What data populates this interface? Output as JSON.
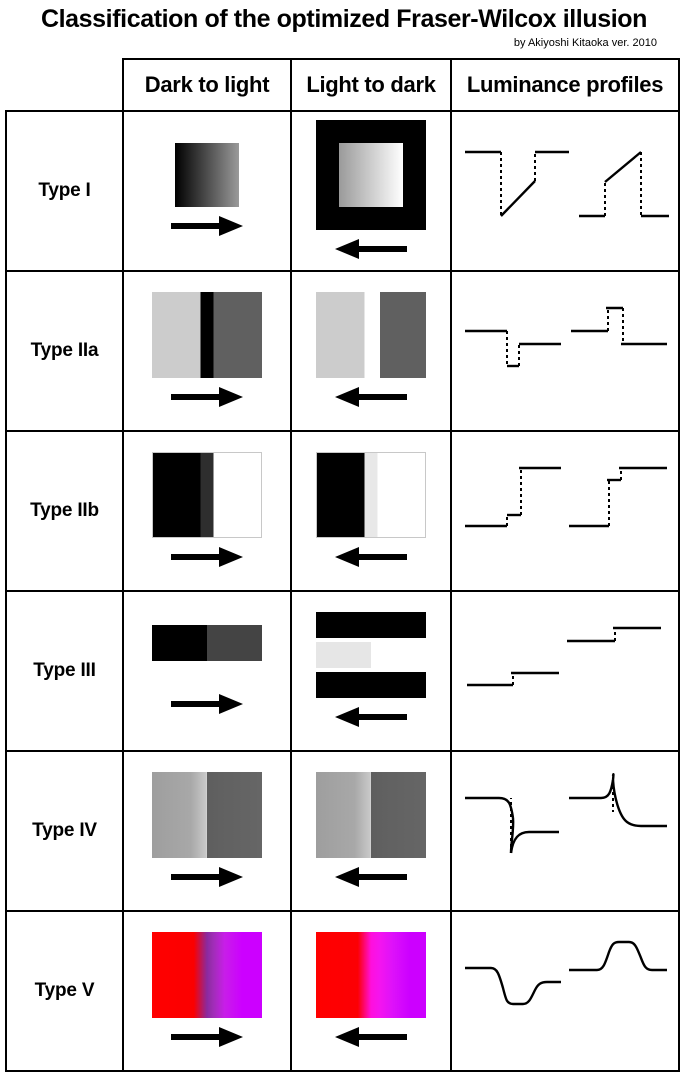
{
  "header": {
    "title": "Classification of the optimized Fraser-Wilcox illusion",
    "byline": "by Akiyoshi Kitaoka  ver. 2010"
  },
  "table": {
    "columns": [
      {
        "key": "label",
        "label": ""
      },
      {
        "key": "dark_to_light",
        "label": "Dark to light"
      },
      {
        "key": "light_to_dark",
        "label": "Light to dark"
      },
      {
        "key": "profiles",
        "label": "Luminance profiles"
      }
    ],
    "rows": [
      {
        "label": "Type I",
        "dark_to_light": {
          "figure": "square-gradient-black-to-gray",
          "arrow": "arrow-right",
          "colors": {
            "from": "#000000",
            "to": "#9a9a9a"
          }
        },
        "light_to_dark": {
          "figure": "black-frame-with-gray-to-white-square",
          "arrow": "arrow-left",
          "colors": {
            "frame": "#000000",
            "from": "#9a9a9a",
            "to": "#ffffff"
          }
        },
        "profiles": {
          "left": "high-plateau, vertical drop, linear ramp up, vertical rise to high plateau",
          "right": "low plateau, vertical rise, linear ramp up, vertical drop to low plateau"
        }
      },
      {
        "label": "Type IIa",
        "dark_to_light": {
          "figure": "light-gray-black-stripe-dark-gray",
          "arrow": "arrow-right",
          "colors": {
            "left": "#cccccc",
            "stripe": "#000000",
            "right": "#606060"
          }
        },
        "light_to_dark": {
          "figure": "light-gray-white-gap-dark-gray",
          "arrow": "arrow-left",
          "colors": {
            "left": "#cccccc",
            "stripe": "#ffffff",
            "right": "#606060"
          }
        },
        "profiles": {
          "left": "mid plateau, drop to low notch, rise to lower-mid plateau",
          "right": "mid plateau, rise to high spike, drop to lower plateau"
        }
      },
      {
        "label": "Type IIb",
        "dark_to_light": {
          "figure": "black-dark-gray-stripe-white",
          "arrow": "arrow-right",
          "colors": {
            "left": "#000000",
            "stripe": "#2e2e2e",
            "right": "#ffffff"
          }
        },
        "light_to_dark": {
          "figure": "black-light-gray-stripe-white",
          "arrow": "arrow-left",
          "colors": {
            "left": "#000000",
            "stripe": "#e8e8e8",
            "right": "#ffffff"
          }
        },
        "profiles": {
          "left": "low plateau, small step up, large step up to high plateau",
          "right": "low plateau, large step up, small step up to high plateau"
        }
      },
      {
        "label": "Type III",
        "dark_to_light": {
          "figure": "wide-bar-black-to-dark-gray",
          "arrow": "arrow-right",
          "colors": {
            "left": "#000000",
            "right": "#444444"
          }
        },
        "light_to_dark": {
          "figure": "black-bar-lightgray-halfbar-black-bar",
          "arrow": "arrow-left",
          "colors": {
            "bars": "#000000",
            "middle": "#e6e6e6"
          }
        },
        "profiles": {
          "left": "low plateau, small step up to slightly higher plateau",
          "right": "high plateau, small step up to slightly higher plateau"
        }
      },
      {
        "label": "Type IV",
        "dark_to_light": {
          "figure": "gray-ramp-to-light-then-sharp-edge-to-dark-gray",
          "arrow": "arrow-right",
          "colors": {
            "left": "#9e9e9e",
            "peak": "#d6d6d6",
            "right": "#5e5e5e"
          }
        },
        "light_to_dark": {
          "figure": "gray-ramp-to-light-then-sharp-edge-to-dark-gray",
          "arrow": "arrow-left",
          "colors": {
            "left": "#9e9e9e",
            "peak": "#d6d6d6",
            "right": "#5e5e5e"
          }
        },
        "profiles": {
          "left": "flat, smooth curved drop to undershoot, smooth recovery to lower plateau",
          "right": "flat, smooth curved rise to overshoot, smooth fall to lower plateau"
        }
      },
      {
        "label": "Type V",
        "dark_to_light": {
          "figure": "red-to-magenta-gradient-with-dark-purple-transition",
          "arrow": "arrow-right",
          "colors": {
            "left": "#ff0000",
            "mid": "#8b2a9e",
            "right": "#cc00ff"
          }
        },
        "light_to_dark": {
          "figure": "red-to-magenta-gradient-with-bright-magenta-transition",
          "arrow": "arrow-left",
          "colors": {
            "left": "#ff0000",
            "mid": "#ff0fdc",
            "right": "#cc00ff"
          }
        },
        "profiles": {
          "left": "flat plateau, smooth dip down, smooth return to lower plateau",
          "right": "flat plateau, smooth bump up, smooth return to lower plateau"
        }
      }
    ]
  }
}
